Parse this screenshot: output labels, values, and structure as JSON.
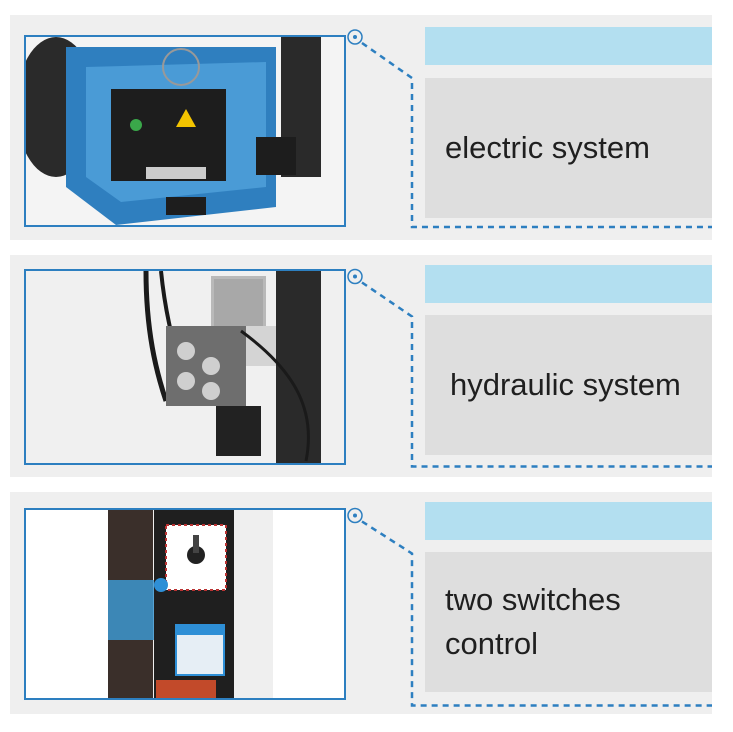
{
  "colors": {
    "accent_blue": "#2d7fc0",
    "caption_bar": "#b3dff0",
    "panel_bg": "#efefef",
    "label_bg": "#dedede"
  },
  "features": [
    {
      "label": "electric system",
      "image": "machine-electric-box-photo"
    },
    {
      "label": "hydraulic system",
      "image": "hydraulic-motor-valves-photo"
    },
    {
      "label": "two switches\ncontrol",
      "image": "control-box-switches-photo"
    }
  ]
}
